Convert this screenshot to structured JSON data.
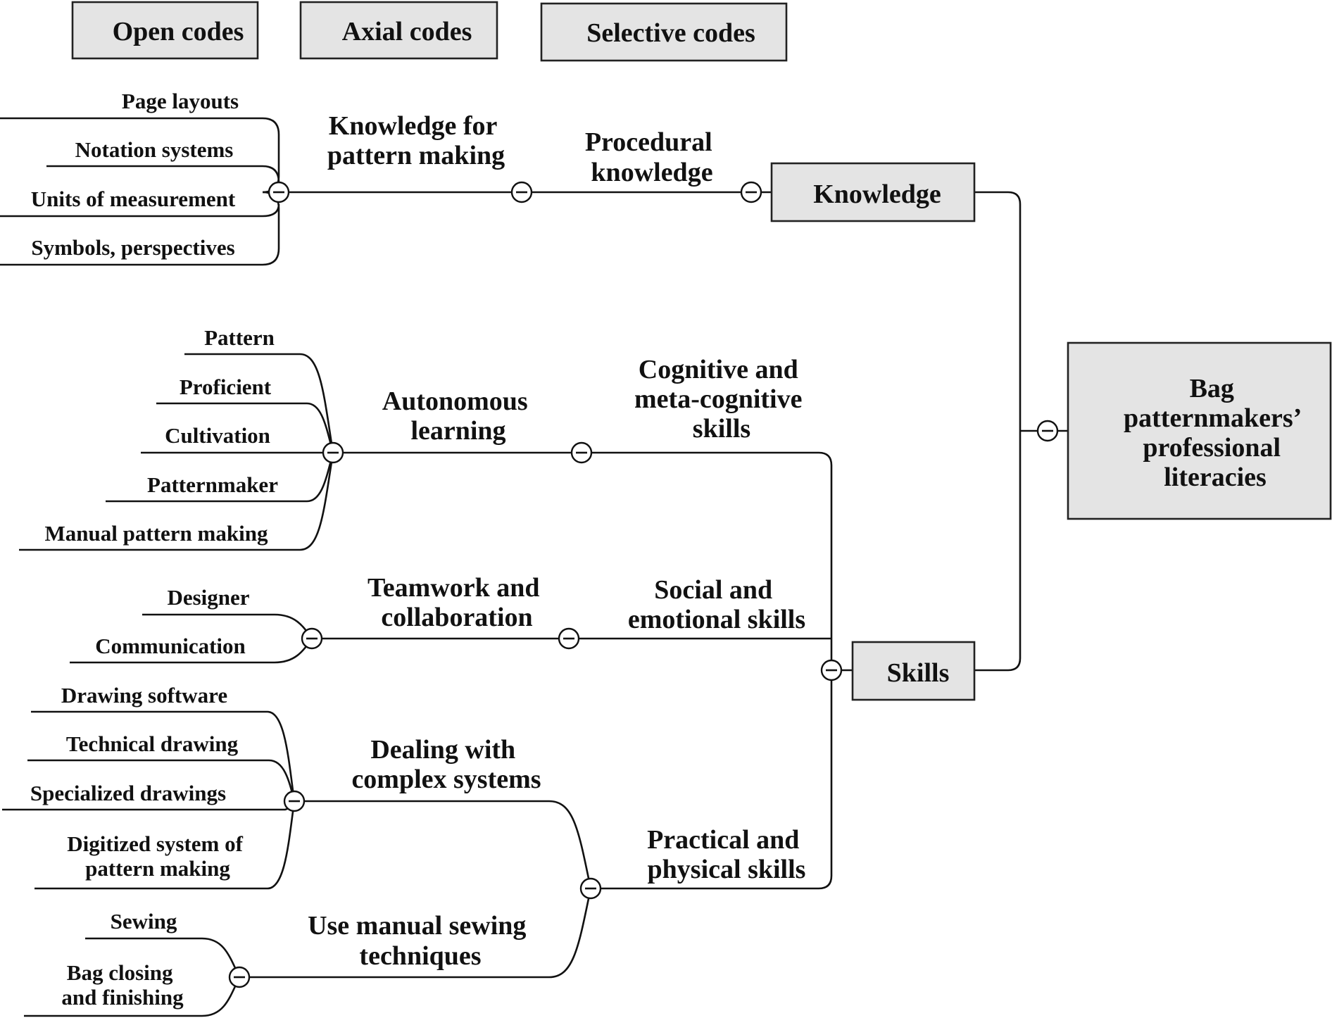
{
  "legend": {
    "open": "Open codes",
    "axial": "Axial codes",
    "selective": "Selective codes"
  },
  "root": {
    "line1": "Bag",
    "line2": "patternmakers’",
    "line3": "professional",
    "line4": "literacies"
  },
  "knowledge": {
    "label": "Knowledge",
    "procedural": {
      "line1": "Procedural",
      "line2": "knowledge"
    },
    "pattern_making": {
      "line1": "Knowledge for",
      "line2": "pattern making"
    },
    "leaves": [
      "Page layouts",
      "Notation systems",
      "Units of measurement",
      "Symbols, perspectives"
    ]
  },
  "skills": {
    "label": "Skills",
    "cognitive": {
      "line1": "Cognitive and",
      "line2": "meta-cognitive",
      "line3": "skills"
    },
    "autonomous": {
      "line1": "Autonomous",
      "line2": "learning"
    },
    "autonomous_leaves": [
      "Pattern",
      "Proficient",
      "Cultivation",
      "Patternmaker",
      "Manual pattern making"
    ],
    "social": {
      "line1": "Social and",
      "line2": "emotional skills"
    },
    "teamwork": {
      "line1": "Teamwork and",
      "line2": "collaboration"
    },
    "teamwork_leaves": [
      "Designer",
      "Communication"
    ],
    "practical": {
      "line1": "Practical and",
      "line2": "physical skills"
    },
    "complex": {
      "line1": "Dealing with",
      "line2": "complex systems"
    },
    "complex_leaves": [
      "Drawing software",
      "Technical drawing",
      "Specialized drawings"
    ],
    "complex_leaf4": {
      "line1": "Digitized system of",
      "line2": "pattern making"
    },
    "manual": {
      "line1": "Use manual sewing",
      "line2": "techniques"
    },
    "manual_leaf1": "Sewing",
    "manual_leaf2": {
      "line1": "Bag closing",
      "line2": "and finishing"
    }
  }
}
